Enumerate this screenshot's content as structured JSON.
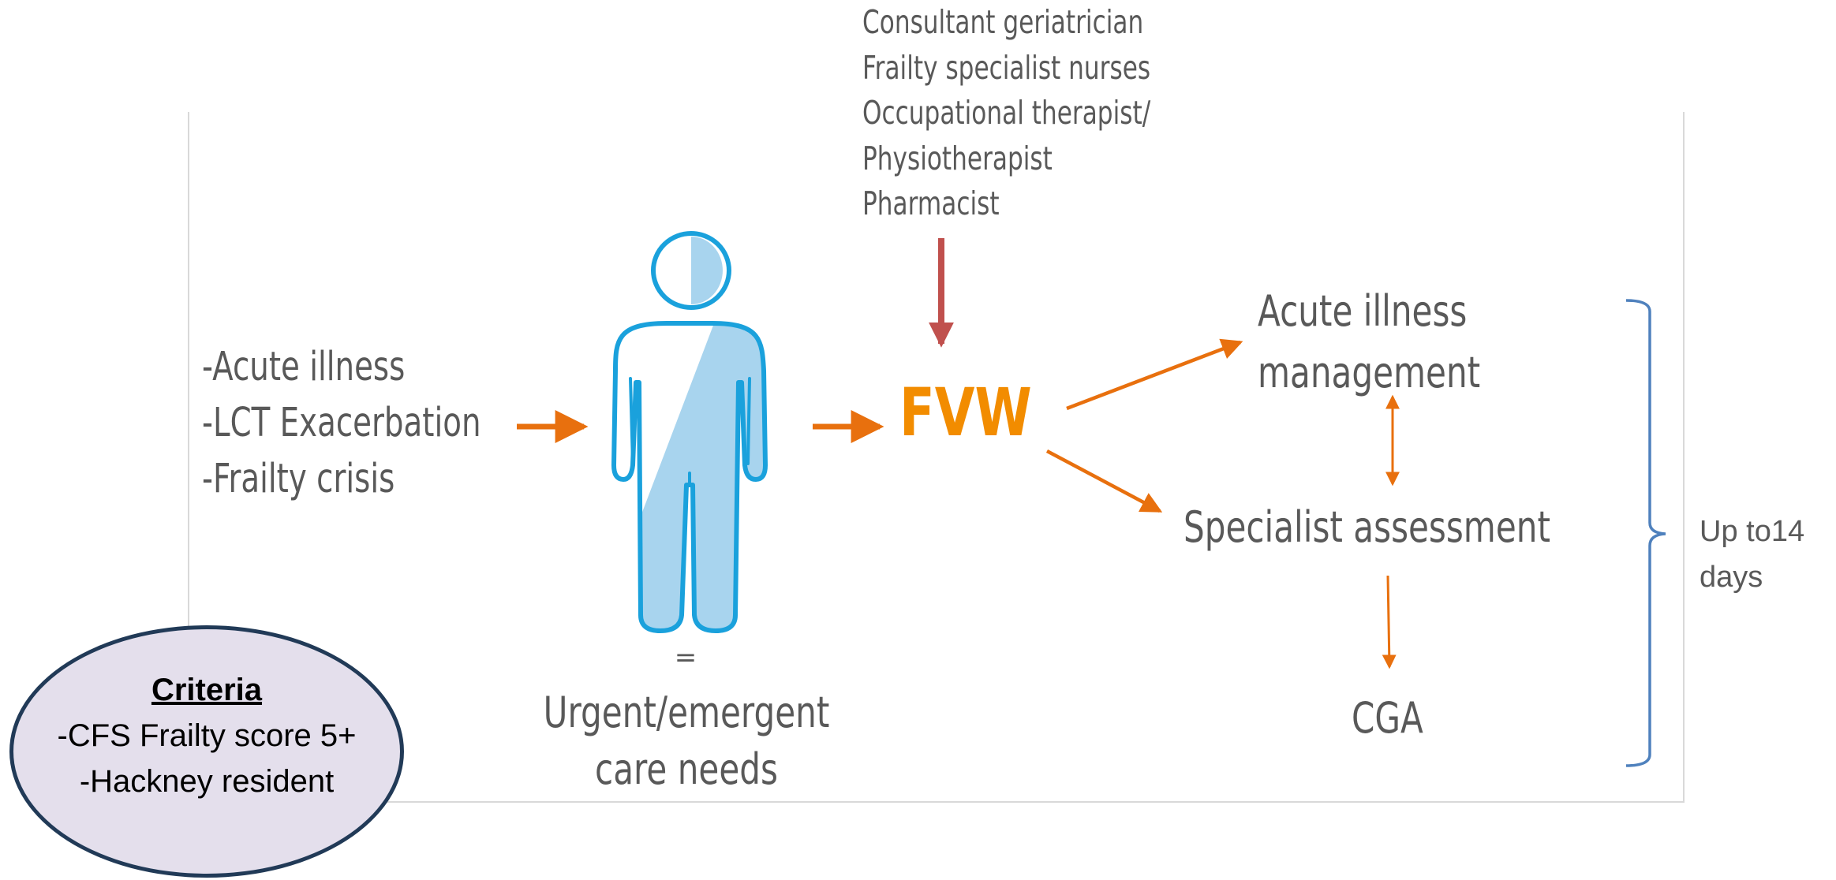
{
  "staff": [
    "Consultant geriatrician",
    "Frailty specialist nurses",
    "Occupational therapist/",
    "Physiotherapist",
    "Pharmacist"
  ],
  "triggers": [
    "-Acute illness",
    "-LCT Exacerbation",
    "-Frailty crisis"
  ],
  "hub": "FVW",
  "outcomes": {
    "acute": [
      "Acute illness",
      "management"
    ],
    "specialist": "Specialist assessment",
    "cga": "CGA"
  },
  "patient": {
    "equals": "=",
    "care_needs": [
      "Urgent/emergent",
      "care needs"
    ]
  },
  "duration": [
    "Up to14",
    "days"
  ],
  "criteria": {
    "title": "Criteria",
    "items": [
      "-CFS Frailty score 5+",
      "-Hackney resident"
    ]
  },
  "colors": {
    "arrow_orange": "#e8700e",
    "arrow_red": "#c0504d",
    "hub_orange": "#f28c00",
    "person_outline": "#1aa1dc",
    "person_fill": "#a8d4ee",
    "bracket_blue": "#4f81bd",
    "criteria_fill": "#e4dfec",
    "criteria_border": "#213a57",
    "text_gray": "#595959"
  }
}
